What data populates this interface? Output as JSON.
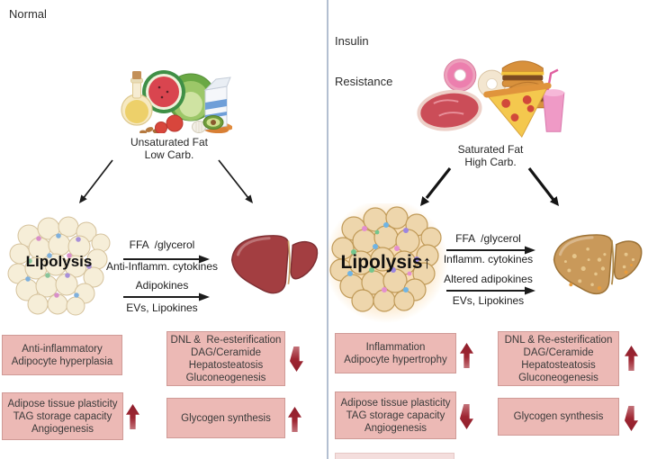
{
  "colors": {
    "box_pink": "#ecb9b5",
    "indicator_red": "#9e2632",
    "divider_blue": "#b3bfd1",
    "healthy_liver": "#a33e41",
    "fatty_liver": "#c9995a"
  },
  "icons": {
    "left_food": "healthy-food-illustration",
    "right_food": "junk-food-illustration",
    "left_tissue": "adipose-tissue-illustration",
    "right_tissue": "inflamed-adipose-tissue-illustration",
    "left_liver": "healthy-liver-illustration",
    "right_liver": "fatty-liver-illustration"
  },
  "panels": {
    "left": {
      "title": "Normal",
      "food_caption": [
        "Unsaturated Fat",
        "Low Carb."
      ],
      "tissue_label": "Lipolysis",
      "tissue_arrow": "",
      "signals": {
        "row1a": "FFA  /glycerol",
        "row1b": "Anti-Inflamm. cytokines",
        "row2a": "Adipokines",
        "row2b": "EVs, Lipokines"
      },
      "boxes": [
        {
          "lines": [
            "Anti-inflammatory",
            "Adipocyte hyperplasia"
          ],
          "indicator": "none"
        },
        {
          "lines": [
            "DNL &  Re-esterification",
            "DAG/Ceramide",
            "Hepatosteatosis",
            "Gluconeogenesis"
          ],
          "indicator": "down"
        },
        {
          "lines": [
            "Adipose tissue plasticity",
            "TAG storage capacity",
            "Angiogenesis"
          ],
          "indicator": "up"
        },
        {
          "lines": [
            "Glycogen synthesis"
          ],
          "indicator": "up"
        }
      ]
    },
    "right": {
      "title": [
        "Insulin",
        "Resistance"
      ],
      "food_caption": [
        "Saturated Fat",
        "High Carb."
      ],
      "tissue_label": "Lipolysis",
      "tissue_arrow": "↑",
      "signals": {
        "row1a": "FFA  /glycerol",
        "row1b": "Inflamm. cytokines",
        "row2a": "Altered adipokines",
        "row2b": "EVs, Lipokines"
      },
      "boxes": [
        {
          "lines": [
            "Inflammation",
            "Adipocyte hypertrophy"
          ],
          "indicator": "up"
        },
        {
          "lines": [
            "DNL & Re-esterification",
            "DAG/Ceramide",
            "Hepatosteatosis",
            "Gluconeogenesis"
          ],
          "indicator": "up"
        },
        {
          "lines": [
            "Adipose tissue plasticity",
            "TAG storage capacity",
            "Angiogenesis"
          ],
          "indicator": "down"
        },
        {
          "lines": [
            "Glycogen synthesis"
          ],
          "indicator": "down"
        }
      ]
    }
  }
}
